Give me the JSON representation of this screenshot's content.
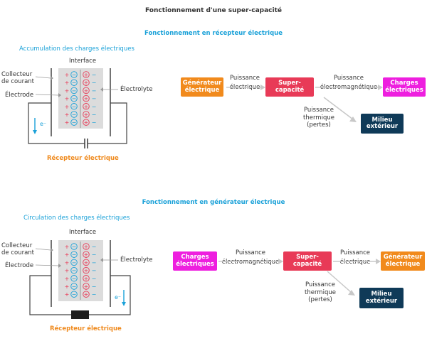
{
  "title": "Fonctionnement d'une super-capacité",
  "section1": {
    "heading": "Fonctionnement en récepteur électrique",
    "subheading": "Accumulation des charges électriques",
    "interface": "Interface",
    "collecteur": "Collecteur\nde courant",
    "electrode": "Électrode",
    "electrolyte": "Électrolyte",
    "electron": "e⁻",
    "recepteur": "Récepteur électrique",
    "flow": {
      "box1": "Générateur\nélectrique",
      "label1": "Puissance\nélectrique",
      "box2": "Super-\ncapacité",
      "label2": "Puissance\nélectromagnétique",
      "box3": "Charges\nélectriques",
      "label3": "Puissance\nthermique\n(pertes)",
      "box4": "Milieu\nextérieur"
    }
  },
  "section2": {
    "heading": "Fonctionnement en générateur électrique",
    "subheading": "Circulation des charges électriques",
    "interface": "Interface",
    "collecteur": "Collecteur\nde courant",
    "electrode": "Électrode",
    "electrolyte": "Électrolyte",
    "electron": "e⁻",
    "recepteur": "Récepteur électrique",
    "flow": {
      "box1": "Charges\nélectriques",
      "label1": "Puissance\nélectromagnétique",
      "box2": "Super-\ncapacité",
      "label2": "Puissance\nélectrique",
      "box3": "Générateur\nélectrique",
      "label3": "Puissance\nthermique\n(pertes)",
      "box4": "Milieu\nextérieur"
    }
  },
  "colors": {
    "heading": "#1aa1d8",
    "generator": "#f18a1c",
    "supercap": "#e83a57",
    "charges": "#ee1fdf",
    "milieu": "#0f3a58",
    "plus": "#e83a57",
    "minus": "#1aa1d8"
  }
}
